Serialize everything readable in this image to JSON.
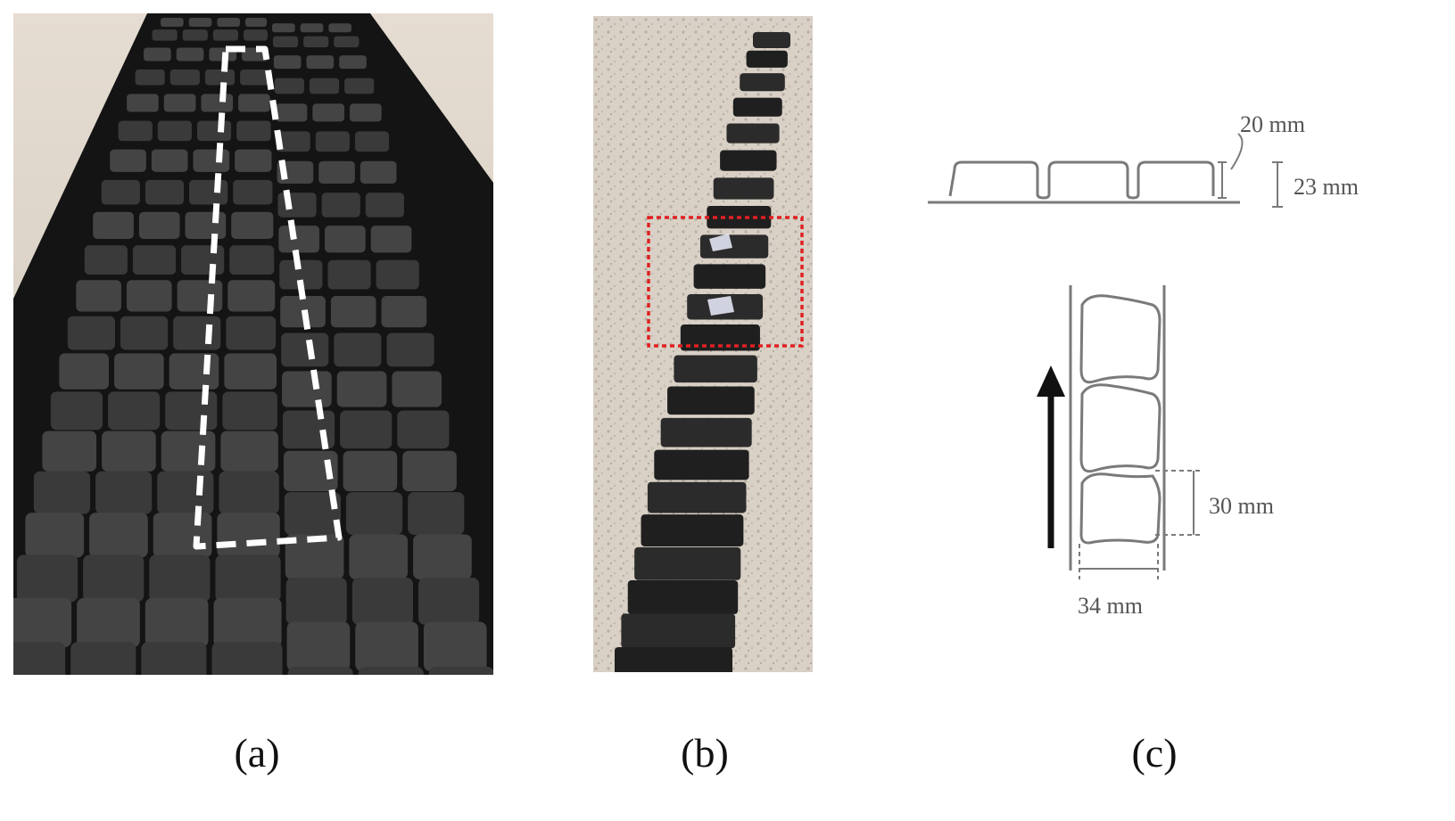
{
  "figure": {
    "panels": [
      {
        "caption": "(a)",
        "content": "tire-tread-photo"
      },
      {
        "caption": "(b)",
        "content": "tread-strip-photo"
      },
      {
        "caption": "(c)",
        "content": "tread-block-diagram"
      }
    ],
    "diagram": {
      "dim_groove_depth": "20 mm",
      "dim_total_height": "23 mm",
      "dim_block_length": "30 mm",
      "dim_block_width": "34 mm"
    },
    "colors": {
      "rubber": "#2f2f2f",
      "floor": "#d8cfc4",
      "dashed_outline": "#ffffff",
      "highlight_box": "#e02020",
      "diagram_line": "#7a7a7a"
    }
  }
}
